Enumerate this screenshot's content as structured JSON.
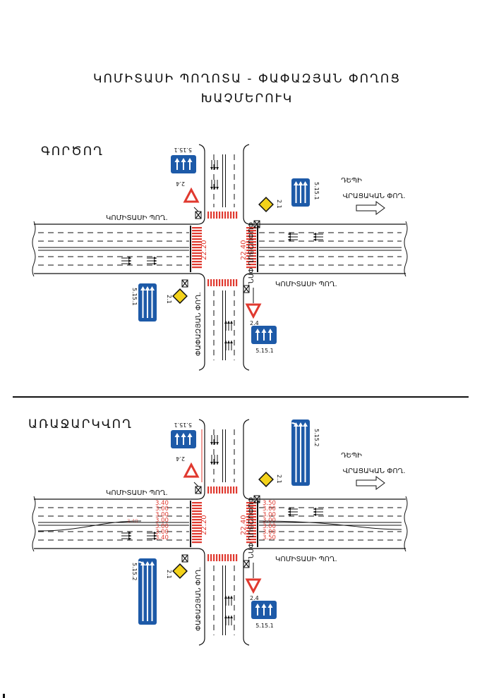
{
  "header": {
    "title_line1": "ԿՈՄԻՏԱՍԻ ՊՈՂՈՏԱ - ՓԱՓԱԶՅԱՆ ՓՈՂՈՑ",
    "title_line2": "ԽԱՉՄԵՐՈՒԿ"
  },
  "diagrams": [
    {
      "heading": "ԳՈՐԾՈՂ",
      "street_main_top": "ԿՈՄԻՏԱՍԻ ՊՈՂ.",
      "street_main_bottom": "ԿՈՄԻՏԱՍԻ ՊՈՂ.",
      "street_cross_top": "ՓԱՓԱԶՅԱՆ ՓՈՂ.",
      "street_cross_bottom": "ՓԱՓԱԶՅԱՆ ՓՈՂ.",
      "direction_line1": "ԴԵՊԻ",
      "direction_line2": "ՎՐԱՑԱԿԱՆ ՓՈՂ.",
      "crossing_west_width": "22.20",
      "crossing_east_width": "22.40",
      "signs": {
        "top_left_blue": "5.15.1",
        "top_right_blue": "5.15.1",
        "bottom_left_blue": "5.15.1",
        "bottom_right_blue": "5.15.1",
        "yield_top": "2.4",
        "yield_bottom": "2.4",
        "priority_top": "2.1",
        "priority_bottom": "2.1"
      }
    },
    {
      "heading": "ԱՌԱՋԱՐԿՎՈՂ",
      "street_main_top": "ԿՈՄԻՏԱՍԻ ՊՈՂ.",
      "street_main_bottom": "ԿՈՄԻՏԱՍԻ ՊՈՂ.",
      "street_cross_top": "ՓԱՓԱԶՅԱՆ ՓՈՂ.",
      "street_cross_bottom": "ՓԱՓԱԶՅԱՆ ՓՈՂ.",
      "direction_line1": "ԴԵՊԻ",
      "direction_line2": "ՎՐԱՑԱԿԱՆ ՓՈՂ.",
      "crossing_west_width": "22.20",
      "crossing_east_width": "22.40",
      "lane_widths_west": [
        "3.40",
        "3.00",
        "3.00",
        "3.00",
        "3.00",
        "3.00",
        "3.40"
      ],
      "lane_widths_west_extra": "3.40",
      "lane_widths_east": [
        "3.50",
        "3.00",
        "3.00",
        "3.00",
        "3.00",
        "3.00",
        "3.50"
      ],
      "signs": {
        "top_left_blue": "5.15.1",
        "top_right_blue": "5.15.2",
        "bottom_left_blue": "5.15.2",
        "bottom_right_blue": "5.15.1",
        "yield_top": "2.4",
        "yield_bottom": "2.4",
        "priority_top": "2.1",
        "priority_bottom": "2.1"
      }
    }
  ],
  "colors": {
    "sign_blue": "#1d5aa8",
    "marking_red": "#e0392f",
    "priority_yellow": "#f3d21a",
    "ink": "#111111"
  }
}
